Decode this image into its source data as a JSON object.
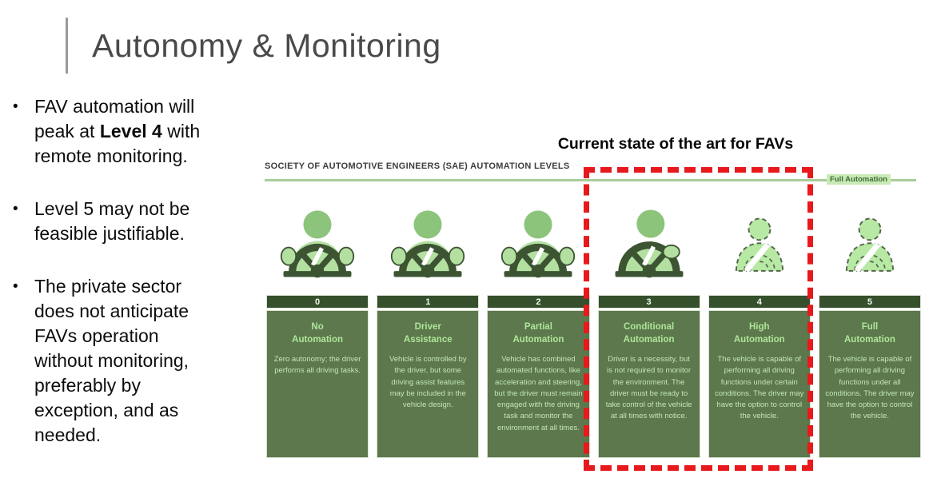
{
  "slide_title": "Autonomy & Monitoring",
  "bullet_marker": "•",
  "bullets": [
    {
      "pre": "FAV automation will\npeak at ",
      "bold": "Level 4",
      "post": " with\nremote monitoring."
    },
    {
      "pre": "Level 5 may not be\nfeasible justifiable.",
      "bold": "",
      "post": ""
    },
    {
      "pre": "The private sector\ndoes not anticipate\nFAVs operation\nwithout monitoring,\npreferably by\nexception, and as\nneeded.",
      "bold": "",
      "post": ""
    }
  ],
  "right_panel": {
    "heading": "Current state of the art for FAVs",
    "sae_label": "SOCIETY OF AUTOMOTIVE ENGINEERS (SAE) AUTOMATION LEVELS",
    "full_automation_tag": "Full Automation",
    "columns": [
      {
        "number": "0",
        "title": "No\nAutomation",
        "description": "Zero autonomy; the driver performs all driving tasks.",
        "icon": "driver-hands-on-wheel-icon"
      },
      {
        "number": "1",
        "title": "Driver\nAssistance",
        "description": "Vehicle is controlled by the driver, but some driving assist features may be included in the vehicle design.",
        "icon": "driver-hands-on-wheel-icon"
      },
      {
        "number": "2",
        "title": "Partial\nAutomation",
        "description": "Vehicle has combined automated functions, like acceleration and steering, but the driver must remain engaged with the driving task and monitor the environment at all times.",
        "icon": "driver-hands-on-wheel-icon"
      },
      {
        "number": "3",
        "title": "Conditional\nAutomation",
        "description": "Driver is a necessity, but is not required to monitor the environment. The driver must be ready to take control of the vehicle at all times with notice.",
        "icon": "driver-one-hand-on-wheel-icon"
      },
      {
        "number": "4",
        "title": "High\nAutomation",
        "description": "The vehicle is capable of performing all driving functions under certain conditions. The driver may have the option to control the vehicle.",
        "icon": "driver-optional-dashed-icon"
      },
      {
        "number": "5",
        "title": "Full\nAutomation",
        "description": "The vehicle is capable of performing all driving functions under all conditions. The driver may have the option to control the vehicle.",
        "icon": "driver-optional-dashed-icon"
      }
    ]
  },
  "colors": {
    "header_green": "#36502d",
    "body_green": "#5c784c",
    "title_text_green": "#aee69a",
    "desc_text_green": "#c4e6b7",
    "line_green": "#a8cd99",
    "tag_bg_green": "#c9eab6",
    "highlight_red": "#e8191c",
    "slide_title_gray": "#4a4a4a"
  }
}
